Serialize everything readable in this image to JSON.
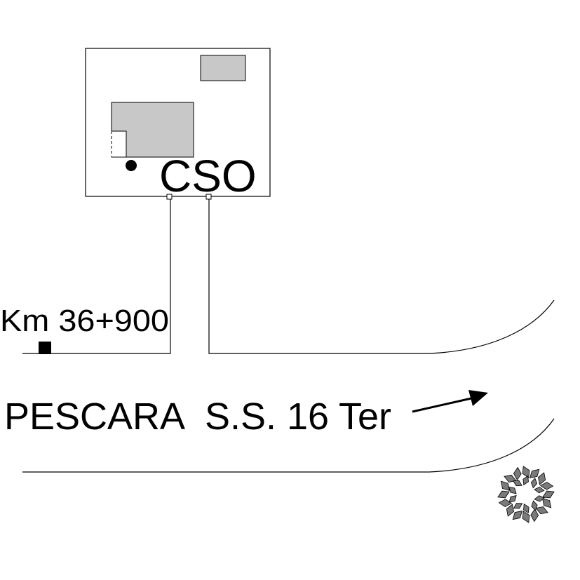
{
  "site_label": "CSO",
  "kilometer_marker": "Km 36+900",
  "road_label": {
    "city": "PESCARA",
    "route": "S.S. 16 Ter"
  },
  "colors": {
    "line": "#000000",
    "building_fill": "#c8c8c8",
    "tree_fill": "#7a7a7a"
  },
  "icons": {
    "direction": "arrow-right-icon",
    "tree": "tree-symbol-icon"
  }
}
